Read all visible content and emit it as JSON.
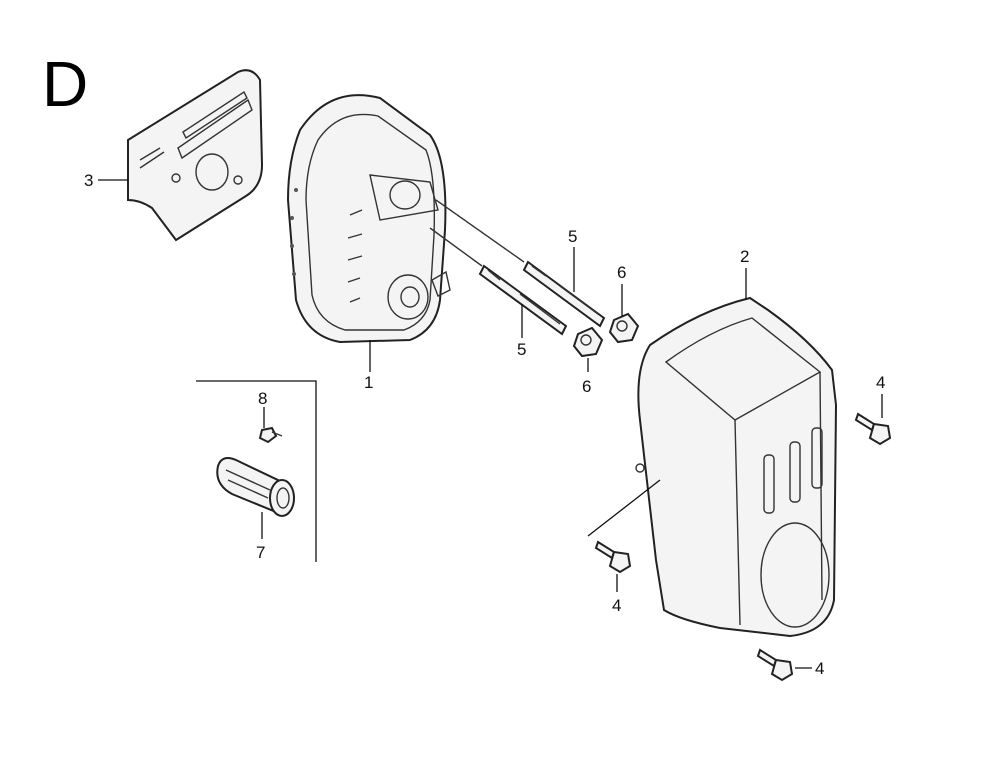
{
  "section_letter": "D",
  "callouts": [
    {
      "id": "c1",
      "label": "1"
    },
    {
      "id": "c2",
      "label": "2"
    },
    {
      "id": "c3",
      "label": "3"
    },
    {
      "id": "c4a",
      "label": "4"
    },
    {
      "id": "c4b",
      "label": "4"
    },
    {
      "id": "c4c",
      "label": "4"
    },
    {
      "id": "c5a",
      "label": "5"
    },
    {
      "id": "c5b",
      "label": "5"
    },
    {
      "id": "c6a",
      "label": "6"
    },
    {
      "id": "c6b",
      "label": "6"
    },
    {
      "id": "c7",
      "label": "7"
    },
    {
      "id": "c8",
      "label": "8"
    }
  ]
}
